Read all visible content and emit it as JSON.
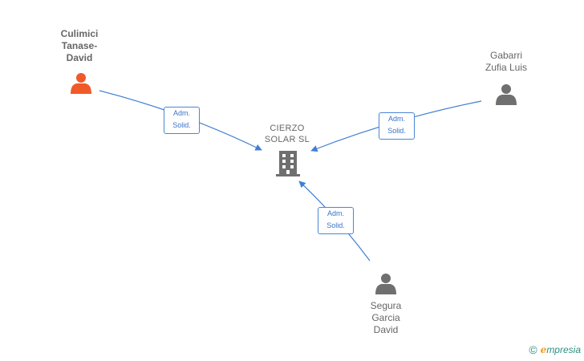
{
  "colors": {
    "edge": "#3f7fd4",
    "person_main": "#f05a28",
    "person": "#6f6f6f",
    "company": "#6f6f6f",
    "brand": "#2f8f84",
    "brand_e": "#f0a020"
  },
  "company": {
    "label": "CIERZO\nSOLAR  SL",
    "icon": "building-icon"
  },
  "persons": [
    {
      "id": "culimici",
      "label": "Culimici\nTanase-\nDavid",
      "icon": "person-icon",
      "highlight": true
    },
    {
      "id": "gabarri",
      "label": "Gabarri\nZufia Luis",
      "icon": "person-icon",
      "highlight": false
    },
    {
      "id": "segura",
      "label": "Segura\nGarcia\nDavid",
      "icon": "person-icon",
      "highlight": false
    }
  ],
  "edges": [
    {
      "from": "culimici",
      "label": "Adm.\nSolid."
    },
    {
      "from": "gabarri",
      "label": "Adm.\nSolid."
    },
    {
      "from": "segura",
      "label": "Adm.\nSolid."
    }
  ],
  "brand": {
    "copyright": "©",
    "e": "e",
    "rest": "mpresia"
  }
}
